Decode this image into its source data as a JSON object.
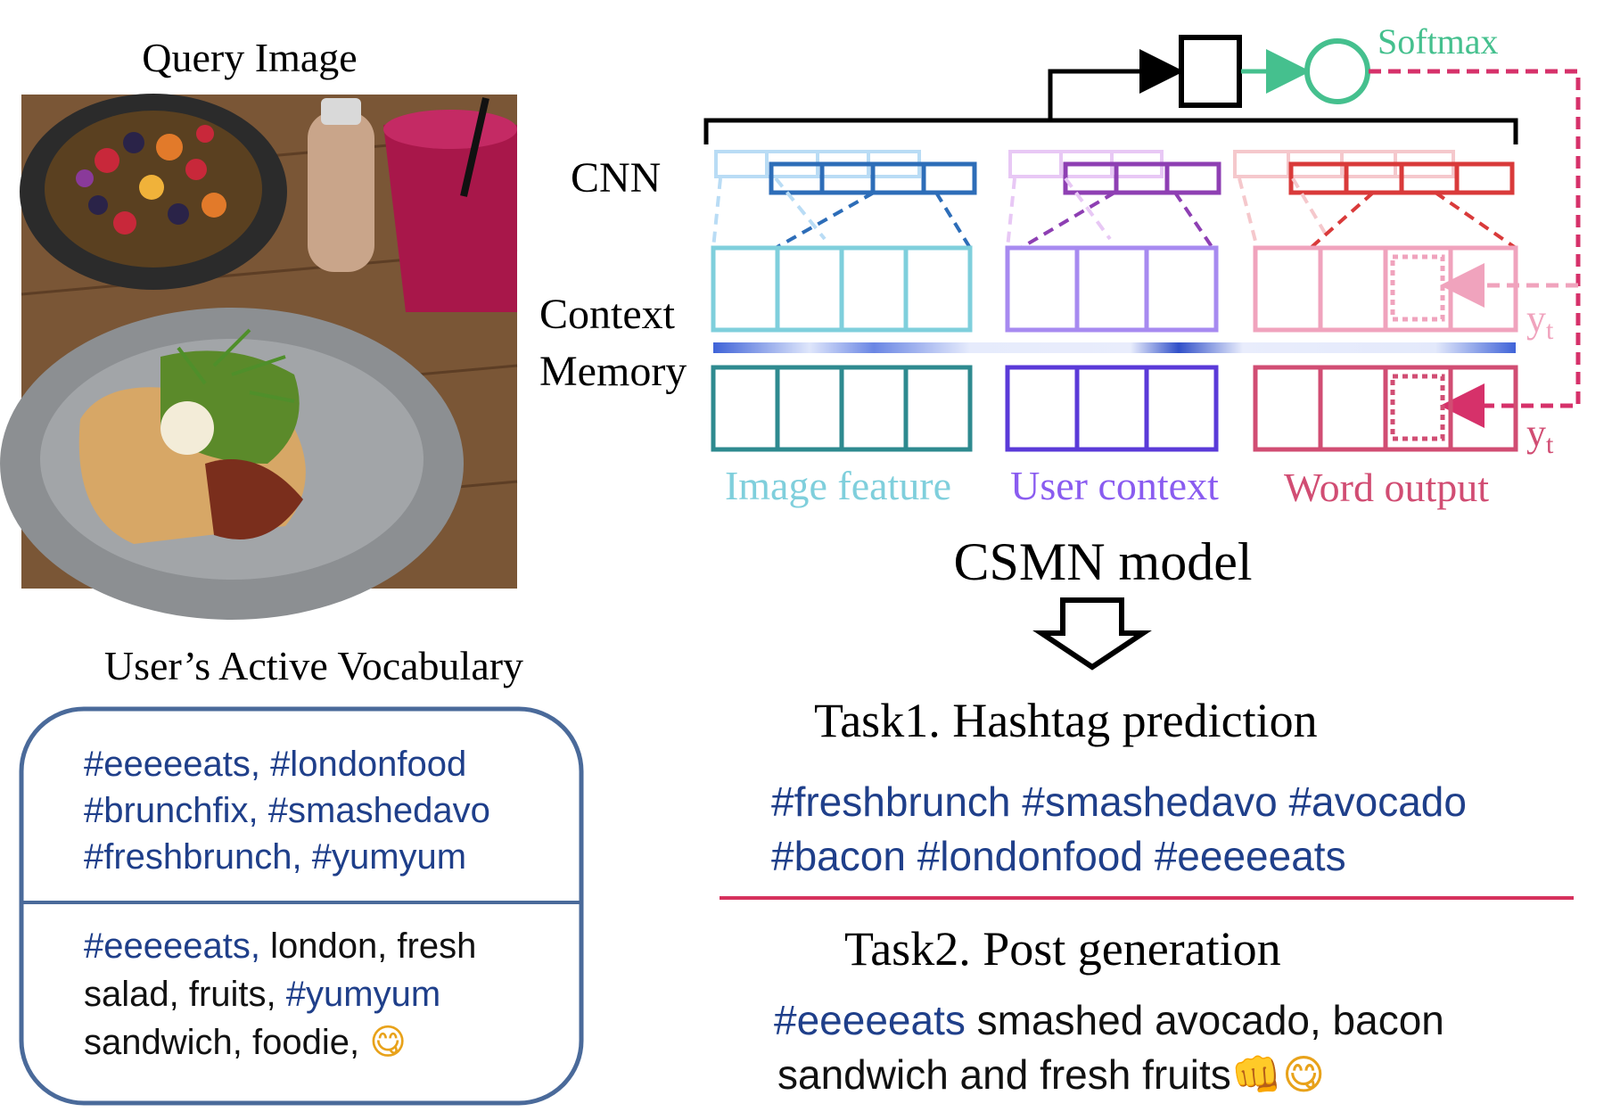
{
  "query_image": {
    "title": "Query Image"
  },
  "vocab": {
    "title": "User’s Active Vocabulary",
    "hashtags": {
      "lines": [
        "#eeeeeats, #londonfood",
        "#brunchfix, #smashedavo",
        "#freshbrunch, #yumyum"
      ]
    },
    "words": {
      "line1": {
        "tag": "#eeeeeats,",
        "rest": " london, fresh"
      },
      "line2": {
        "plain": "salad, fruits, ",
        "tag": "#yumyum"
      },
      "line3": {
        "plain": "sandwich, foodie, ",
        "emoji": "😋"
      }
    }
  },
  "model": {
    "title": "CSMN model",
    "cnn_label": "CNN",
    "context_label": "Context",
    "memory_label": "Memory",
    "softmax_label": "Softmax",
    "yt_label": "y",
    "yt_sub": "t",
    "columns": [
      {
        "label": "Image feature",
        "color": "#7fcfdc"
      },
      {
        "label": "User context",
        "color": "#8a5cf0"
      },
      {
        "label": "Word output",
        "color": "#d14d73"
      }
    ]
  },
  "task1": {
    "title": "Task1. Hashtag prediction",
    "lines": [
      "#freshbrunch #smashedavo #avocado",
      "#bacon #londonfood #eeeeeats"
    ]
  },
  "task2": {
    "title": "Task2. Post generation",
    "line1": {
      "tag": "#eeeeeats",
      "rest": " smashed avocado, bacon"
    },
    "line2": {
      "text": "sandwich and fresh fruits",
      "emoji": "👊😋"
    }
  },
  "colors": {
    "hashtag_blue": "#1f3f8a",
    "box_border": "#4a6a9a",
    "divider_red": "#d6315d",
    "softmax_green": "#45c08e",
    "dashed_red": "#d6316a"
  }
}
